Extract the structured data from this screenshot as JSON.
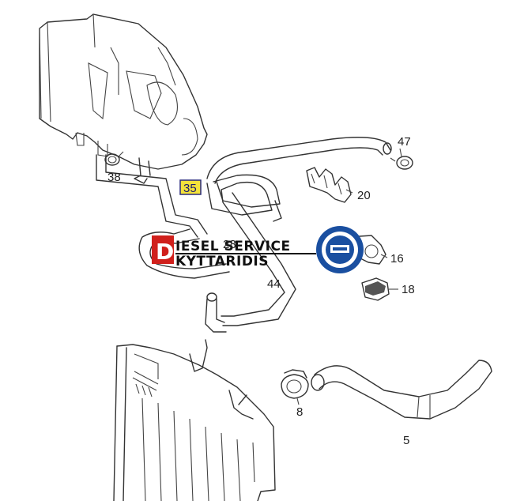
{
  "parts": [
    {
      "id": "p47",
      "label": "47"
    },
    {
      "id": "p38",
      "label": "38"
    },
    {
      "id": "p35",
      "label": "35"
    },
    {
      "id": "p20",
      "label": "20"
    },
    {
      "id": "p28",
      "label": "28"
    },
    {
      "id": "p16",
      "label": "16"
    },
    {
      "id": "p44",
      "label": "44"
    },
    {
      "id": "p18",
      "label": "18"
    },
    {
      "id": "p8",
      "label": "8"
    },
    {
      "id": "p5",
      "label": "5"
    }
  ],
  "watermark": {
    "badge_letter": "D",
    "line1": "IESEL SERVICE",
    "line2": "KYTTARIDIS"
  },
  "colors": {
    "highlight": "#f3e23a",
    "badge_red": "#d0201c",
    "seal_blue": "#1a4fa0"
  }
}
